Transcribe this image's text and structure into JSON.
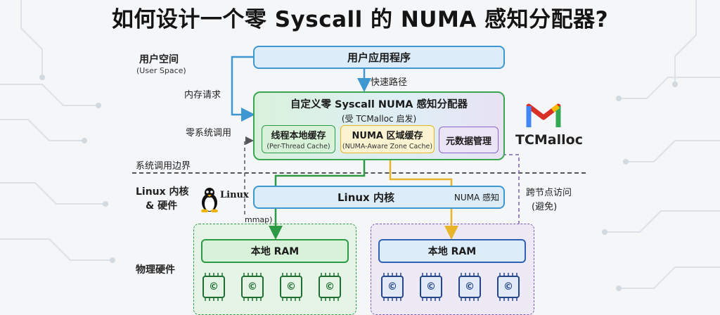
{
  "title": "如何设计一个零 Syscall 的 NUMA 感知分配器?",
  "labels": {
    "user_space": "用户空间",
    "user_space_en": "(User Space)",
    "mem_request": "内存请求",
    "zero_syscall": "零系统调用",
    "syscall_boundary": "系统调用边界",
    "linux_kernel_1": "Linux 内核",
    "linux_kernel_2": "& 硬件",
    "physical_hw": "物理硬件",
    "fast_path": "快速路径",
    "mmap": "mmap)",
    "cross_node_1": "跨节点访问",
    "cross_node_2": "(避免)",
    "numa_aware": "NUMA 感知",
    "linux_logo": "Linux"
  },
  "boxes": {
    "app": "用户应用程序",
    "allocator_title": "自定义零 Syscall NUMA 感知分配器",
    "allocator_sub": "(受 TCMalloc 启发)",
    "thread_cache": "线程本地缓存",
    "thread_cache_en": "(Per-Thread Cache)",
    "zone_cache": "NUMA 区域缓存",
    "zone_cache_en": "(NUMA-Aware Zone Cache)",
    "metadata": "元数据管理",
    "kernel": "Linux 内核",
    "ram_left": "本地 RAM",
    "ram_right": "本地 RAM"
  },
  "tcmalloc": {
    "name": "TCMalloc",
    "logo_letter": "M"
  },
  "cpu_glyph": "©",
  "colors": {
    "green": "#2d9a45",
    "blue": "#3f97d1",
    "yellow": "#e8b52a",
    "purple": "#7a5bb8",
    "navy": "#24468d"
  }
}
